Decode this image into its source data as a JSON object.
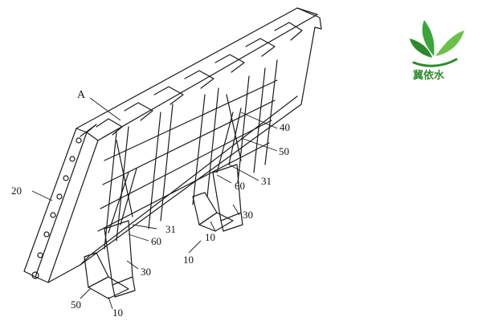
{
  "labels": {
    "A": "A",
    "l40": "40",
    "l50_top": "50",
    "l31_top": "31",
    "l60_top": "60",
    "l30_top": "30",
    "l10_top": "10",
    "l20": "20",
    "l31_bottom": "31",
    "l60_bottom": "60",
    "l30_bottom": "30",
    "l10_mid": "10",
    "l50_bottom": "50",
    "l10_bottom": "10"
  },
  "logo": {
    "text": "冀依水",
    "icon": "leaf-logo-icon",
    "color": "#2c8a2c"
  }
}
